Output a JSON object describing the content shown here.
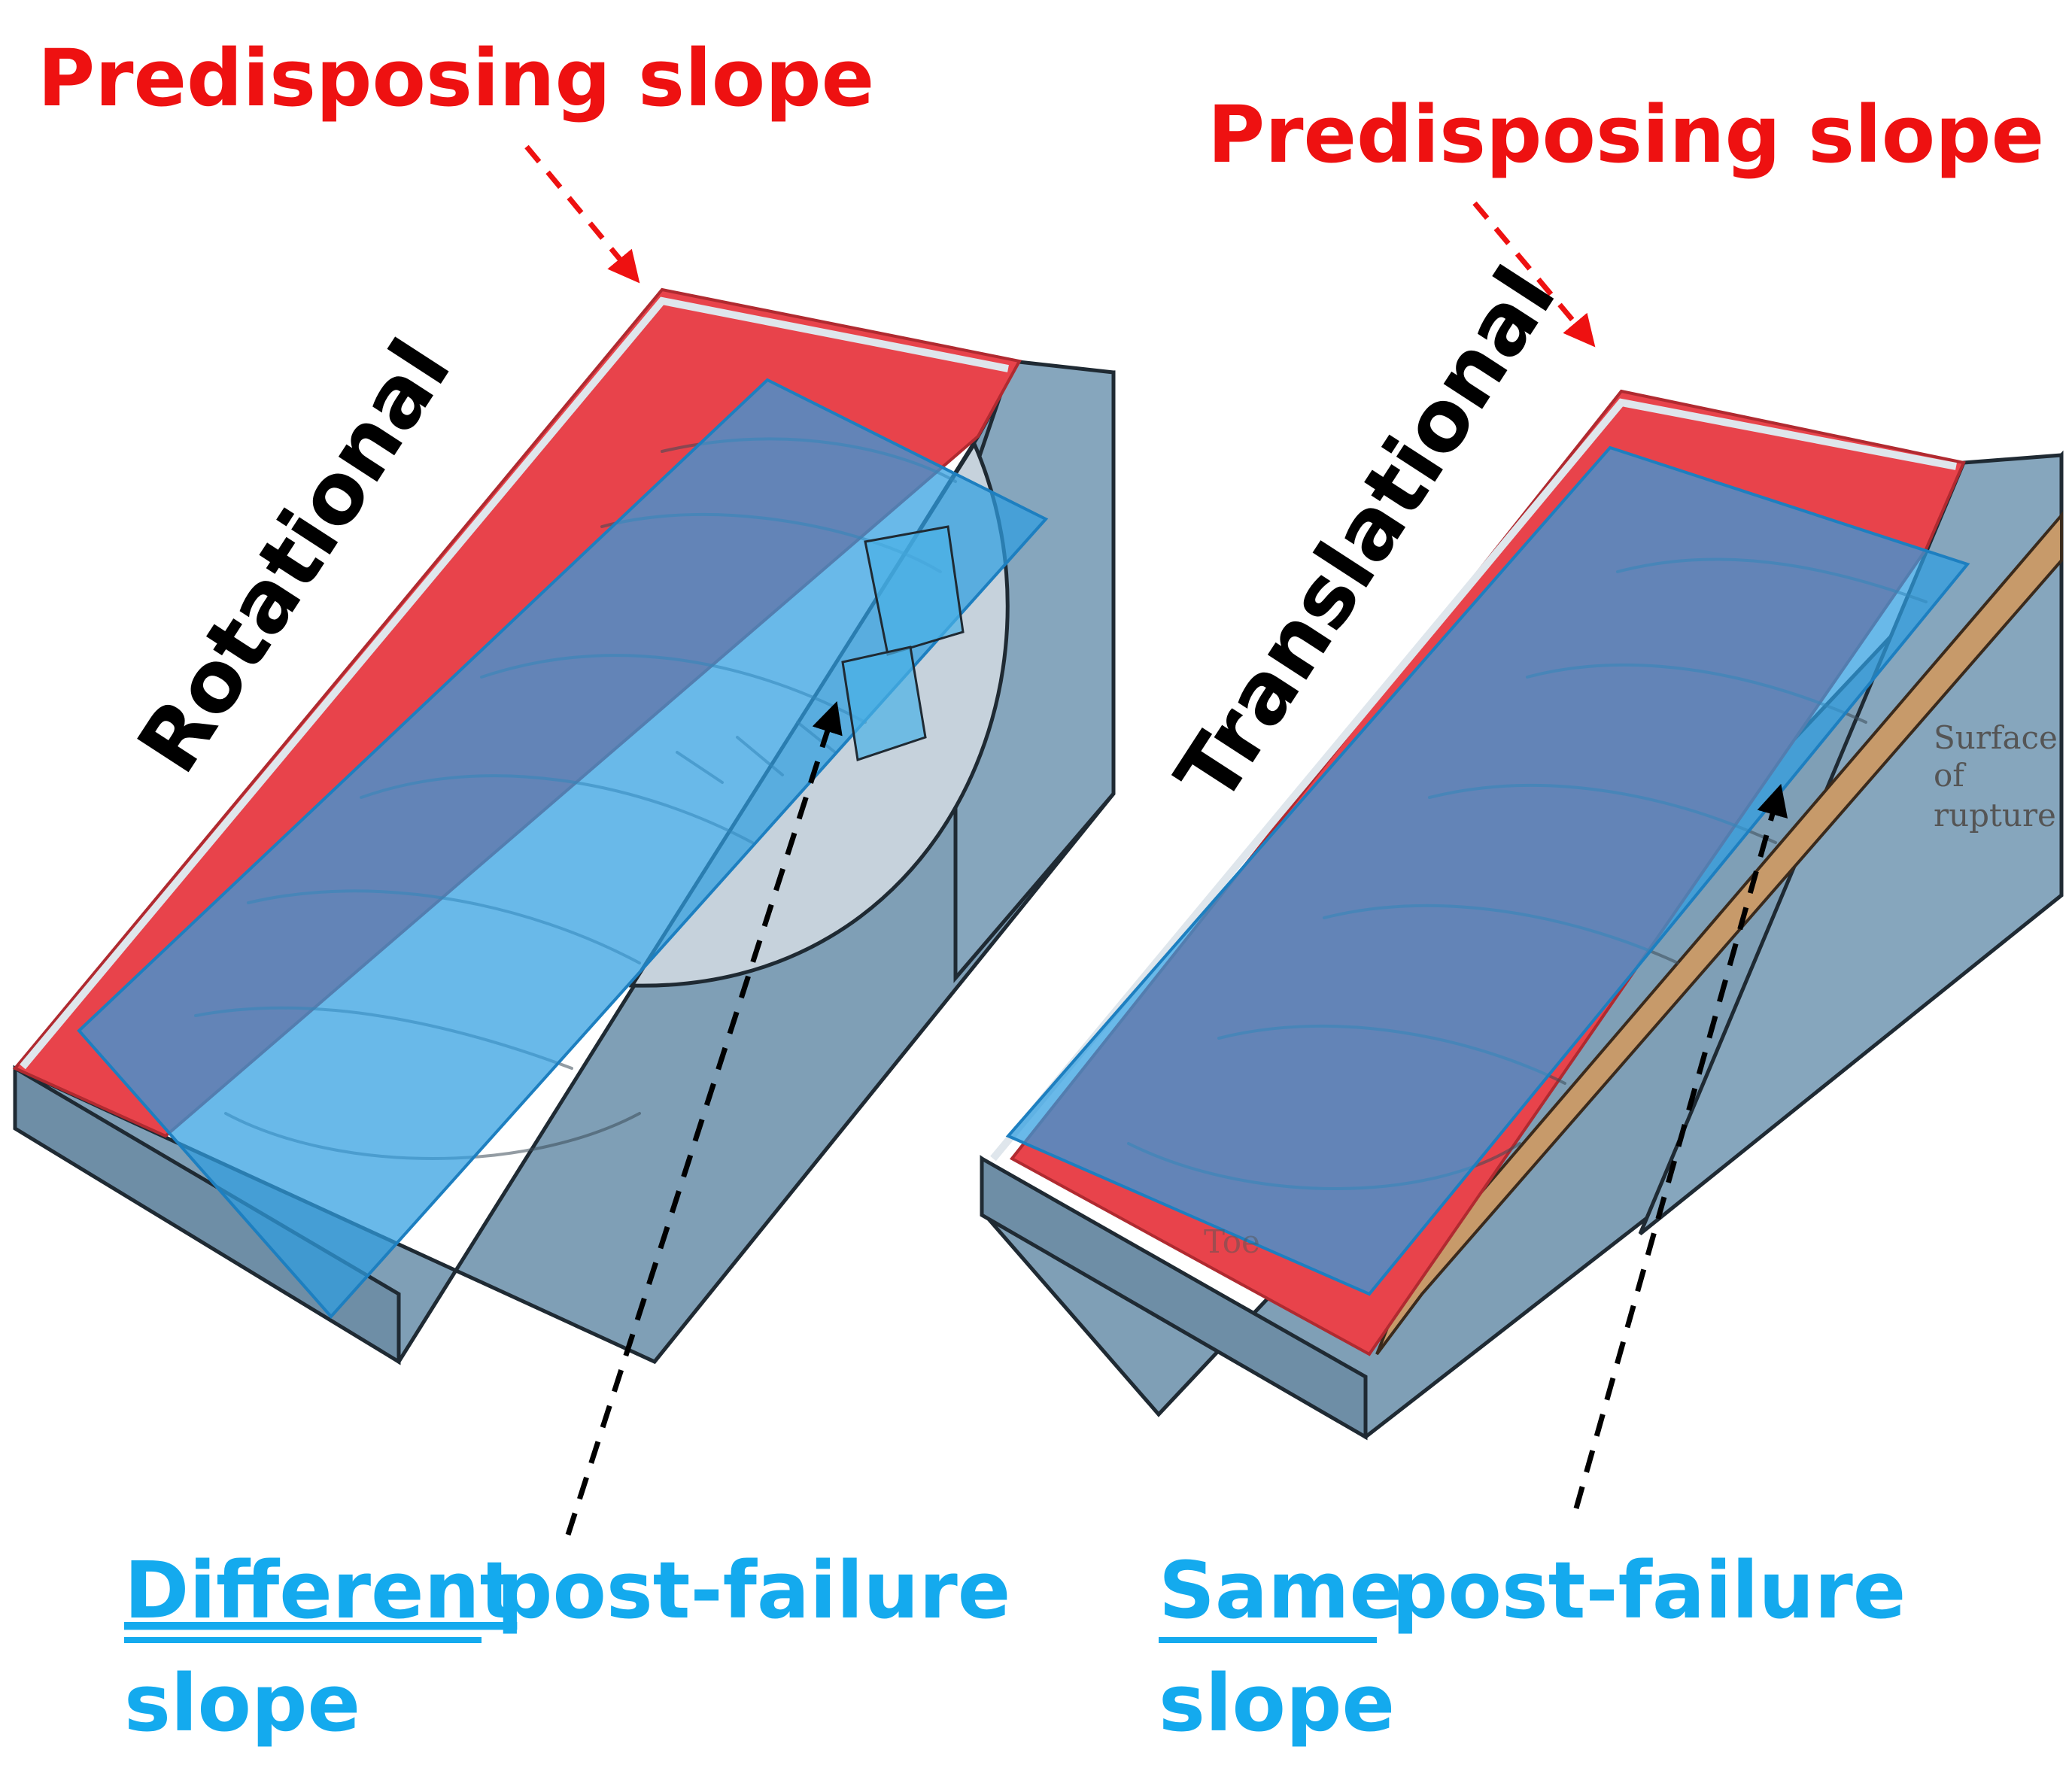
{
  "left_panel": {
    "top_label": "Predisposing slope",
    "type_label": "Rotational",
    "bottom_label_underlined": "Different",
    "bottom_label_rest": "post-failure",
    "bottom_label_line2": "slope"
  },
  "right_panel": {
    "top_label": "Predisposing slope",
    "type_label": "Translational",
    "rupture_label_line1": "Surface",
    "rupture_label_line2": "of",
    "rupture_label_line3": "rupture",
    "toe_label": "Toe",
    "bottom_label_underlined": "Same",
    "bottom_label_rest": "post-failure",
    "bottom_label_line2": "slope"
  },
  "colors": {
    "predisposing_red": "#e8434b",
    "label_red": "#ee1111",
    "post_failure_blue": "#2f9ee0",
    "label_blue": "#14aaee",
    "block_gray_blue": "#7f9fb6",
    "rupture_brown": "#c79a6a"
  },
  "icons": [
    "dashed-arrow-red",
    "dashed-arrow-black"
  ]
}
